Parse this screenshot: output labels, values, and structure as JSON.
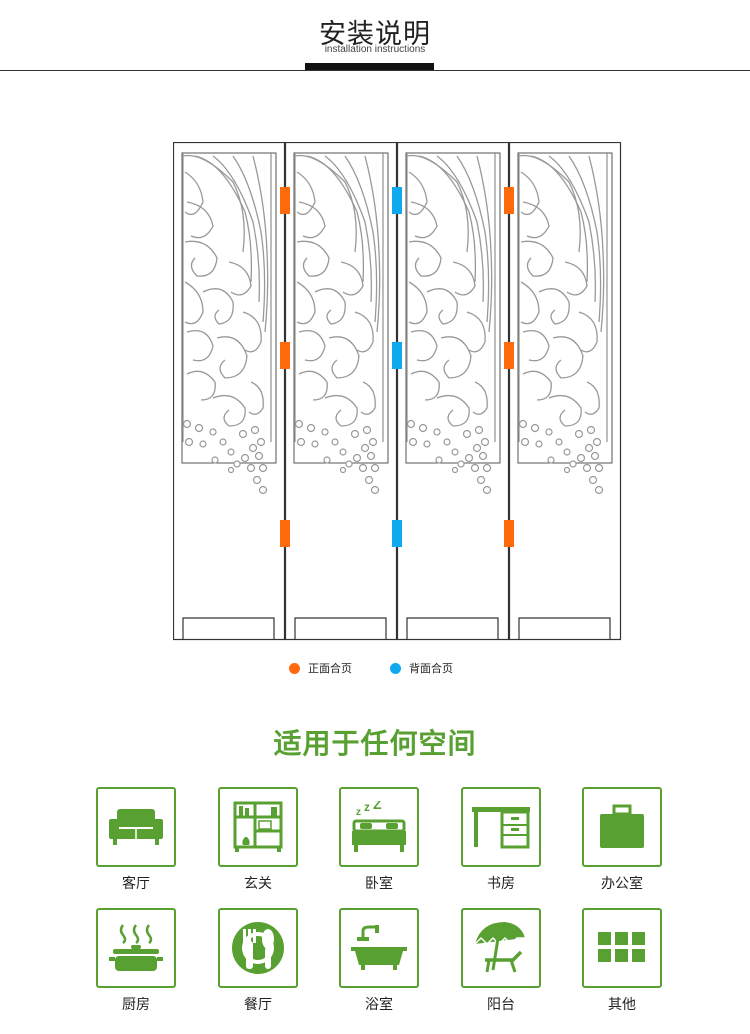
{
  "header": {
    "title": "安装说明",
    "subtitle": "installation instructions"
  },
  "legend": {
    "front_label": "正面合页",
    "back_label": "背面合页",
    "front_color": "#ff6a0d",
    "back_color": "#0fa9ef"
  },
  "section": {
    "title": "适用于任何空间"
  },
  "colors": {
    "accent": "#58a032"
  },
  "rooms": [
    {
      "label": "客厅",
      "icon": "sofa-icon"
    },
    {
      "label": "玄关",
      "icon": "shelf-icon"
    },
    {
      "label": "卧室",
      "icon": "bed-icon"
    },
    {
      "label": "书房",
      "icon": "desk-icon"
    },
    {
      "label": "办公室",
      "icon": "briefcase-icon"
    },
    {
      "label": "厨房",
      "icon": "pot-icon"
    },
    {
      "label": "餐厅",
      "icon": "plate-icon"
    },
    {
      "label": "浴室",
      "icon": "bathtub-icon"
    },
    {
      "label": "阳台",
      "icon": "parasol-icon"
    },
    {
      "label": "其他",
      "icon": "grid-icon"
    }
  ]
}
